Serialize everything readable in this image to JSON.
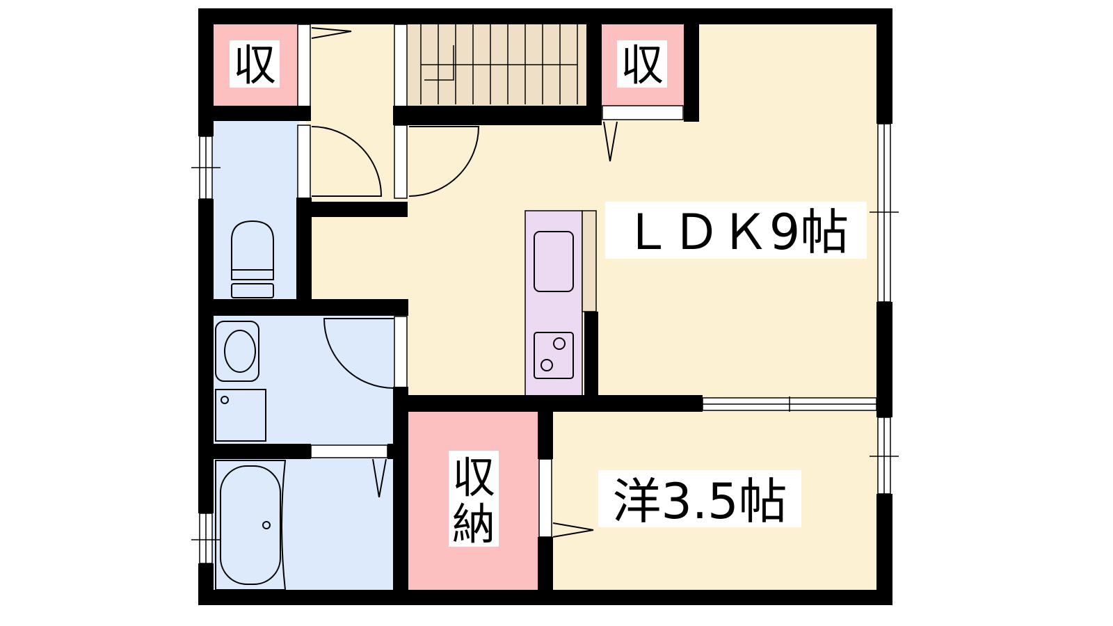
{
  "rooms": {
    "closet_top_left": {
      "label": "収"
    },
    "closet_top_right": {
      "label": "収"
    },
    "storage": {
      "label_line1": "収",
      "label_line2": "納"
    },
    "ldk": {
      "label": "ＬＤＫ9帖"
    },
    "western_room": {
      "label": "洋3.5帖"
    }
  },
  "colors": {
    "wall": "#000000",
    "living": "#fdf1d4",
    "closet": "#fcc0c0",
    "water": "#dceafc",
    "stairs": "#eedfc6",
    "kitchen": "#ecdaf2"
  }
}
